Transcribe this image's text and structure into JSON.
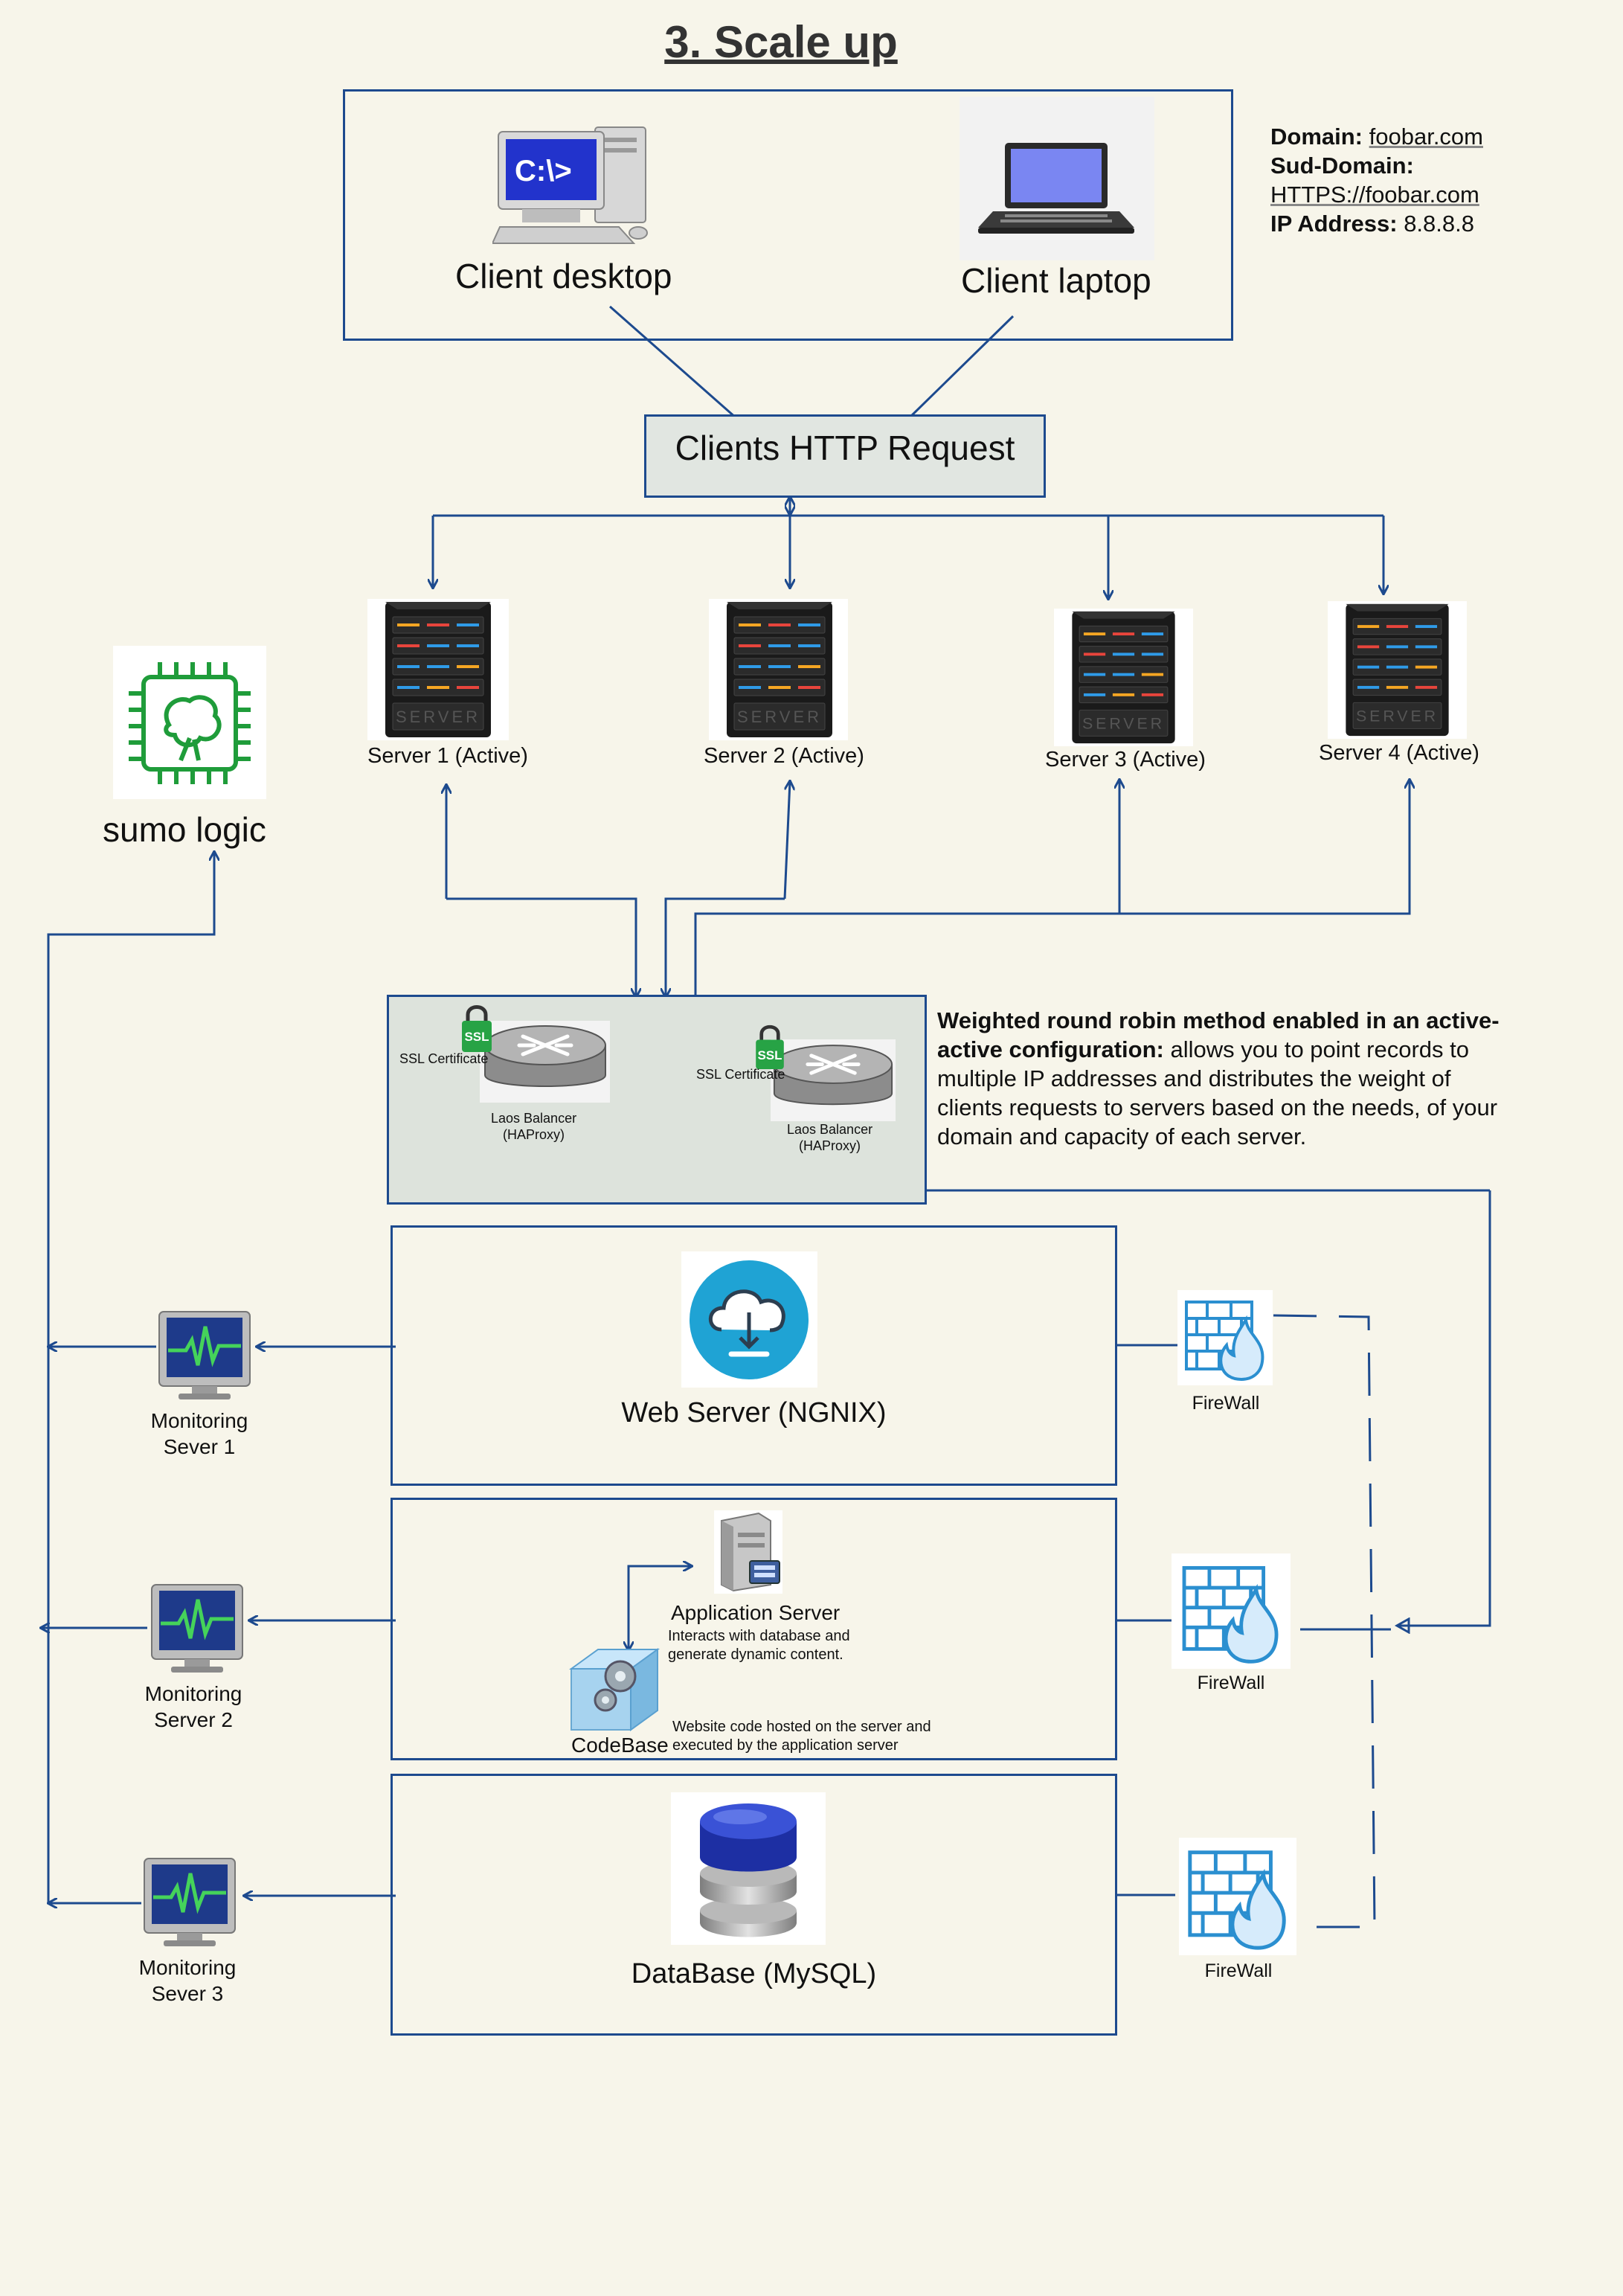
{
  "title": "3. Scale up",
  "domain_info": {
    "domain_label": "Domain:",
    "domain_value": "foobar.com",
    "subdomain_label": "Sud-Domain:",
    "subdomain_value": "HTTPS://foobar.com",
    "ip_label": "IP Address:",
    "ip_value": "8.8.8.8"
  },
  "clients": {
    "desktop": "Client desktop",
    "desktop_screen": "C:\\>",
    "laptop": "Client laptop"
  },
  "request": "Clients HTTP Request",
  "servers": [
    "Server 1 (Active)",
    "Server 2 (Active)",
    "Server 3 (Active)",
    "Server 4 (Active)"
  ],
  "server_icon_text": "SERVER",
  "sumo": "sumo logic",
  "load_balancers": {
    "ssl_badge": "SSL",
    "ssl_label": "SSL Certificate",
    "lb1_line1": "Laos Balancer",
    "lb1_line2": "(HAProxy)",
    "lb2_line1": "Laos Balancer",
    "lb2_line2": "(HAProxy)"
  },
  "note": {
    "bold": "Weighted round robin method enabled in an active-active configuration:",
    "text": " allows you to point records to multiple IP addresses and distributes the weight of clients requests to servers based on the needs, of your domain and capacity of each server."
  },
  "web_server": "Web Server (NGNIX)",
  "app": {
    "title": "Application Server",
    "desc": "Interacts with database and generate dynamic content.",
    "codebase": "CodeBase",
    "codebase_desc": "Website code hosted on the server and executed by the application server"
  },
  "database": "DataBase (MySQL)",
  "monitors": [
    {
      "line1": "Monitoring",
      "line2": "Sever 1"
    },
    {
      "line1": "Monitoring",
      "line2": "Server 2"
    },
    {
      "line1": "Monitoring",
      "line2": "Sever 3"
    }
  ],
  "firewall": "FireWall",
  "colors": {
    "wire": "#1d4a8e",
    "background": "#f7f5ea",
    "lb_panel": "#dde3dc",
    "sumo_green": "#1f9c3a",
    "ssl_green": "#27a345"
  }
}
